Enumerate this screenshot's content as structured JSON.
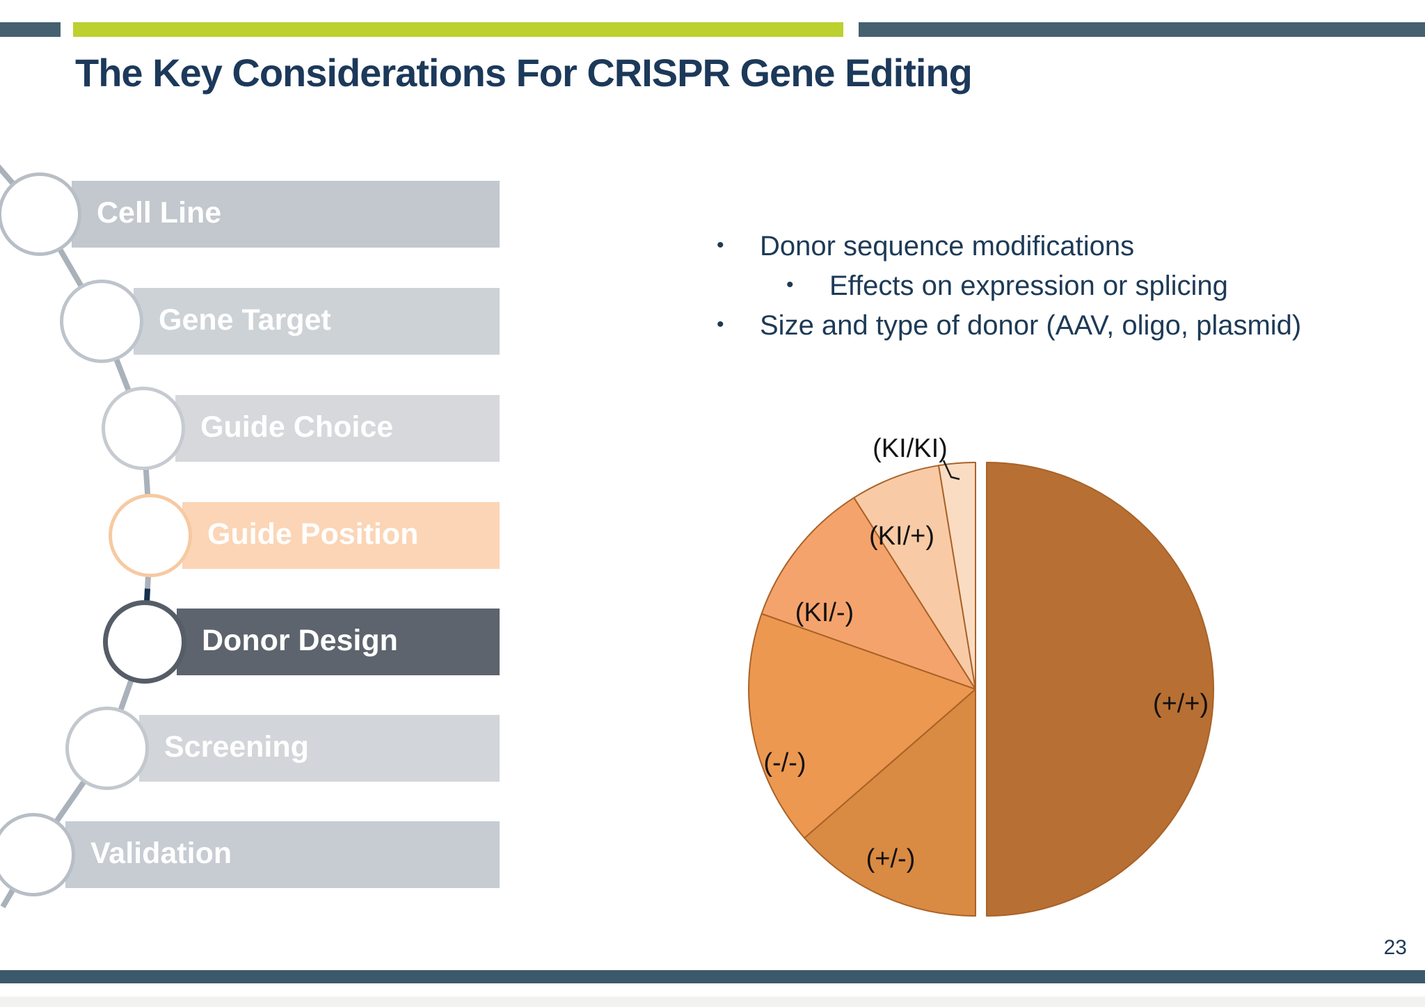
{
  "slide": {
    "title": "The Key Considerations For CRISPR Gene Editing",
    "page_number": "23",
    "accent_colors": {
      "top_bar_green": "#bcd02f",
      "top_bar_slate": "#45616f",
      "bottom_bar_slate": "#3b596b",
      "title_navy": "#1c395a",
      "body_text_navy": "#1d3a56"
    }
  },
  "stepper": {
    "items": [
      {
        "label": "Cell Line",
        "bar_color": "#c2c8ce",
        "ring_color": "#b7bec6",
        "state": "normal"
      },
      {
        "label": "Gene Target",
        "bar_color": "#cdd2d7",
        "ring_color": "#bdc4cb",
        "state": "normal"
      },
      {
        "label": "Guide Choice",
        "bar_color": "#d6d8db",
        "ring_color": "#c6cbd1",
        "state": "normal"
      },
      {
        "label": "Guide Position",
        "bar_color": "#fbd5b6",
        "ring_color": "#f7c9a2",
        "state": "highlighted"
      },
      {
        "label": "Donor Design",
        "bar_color": "#5d646d",
        "ring_color": "#565d67",
        "state": "active"
      },
      {
        "label": "Screening",
        "bar_color": "#d2d5d9",
        "ring_color": "#c2c8ce",
        "state": "normal"
      },
      {
        "label": "Validation",
        "bar_color": "#c6ccd2",
        "ring_color": "#b7bec6",
        "state": "normal"
      }
    ]
  },
  "bullets": [
    {
      "text": "Donor sequence modifications",
      "level": 1
    },
    {
      "text": "Effects on expression or splicing",
      "level": 2
    },
    {
      "text": "Size and type of donor (AAV, oligo, plasmid)",
      "level": 1
    }
  ],
  "chart_data": {
    "type": "pie",
    "title": "",
    "direction": "clockwise",
    "start_angle_deg": 0,
    "legend": "none",
    "notes": "Genotype outcome pie; the (+/+) half is exploded to the right; (KI/KI) sliver has a leader line to its label",
    "slices": [
      {
        "label": "(+/+)",
        "percent": 50.0,
        "color": "#b76f33",
        "exploded": true
      },
      {
        "label": "(+/-)",
        "percent": 13.6,
        "color": "#d98a43",
        "exploded": false
      },
      {
        "label": "(-/-)",
        "percent": 16.8,
        "color": "#ec9851",
        "exploded": false
      },
      {
        "label": "(KI/-)",
        "percent": 10.6,
        "color": "#f5a36c",
        "exploded": false
      },
      {
        "label": "(KI/+)",
        "percent": 6.4,
        "color": "#f8cba6",
        "exploded": false
      },
      {
        "label": "(KI/KI)",
        "percent": 2.6,
        "color": "#fadcc3",
        "exploded": false,
        "leader_line": true
      }
    ],
    "slice_border_color": "#a96227"
  }
}
